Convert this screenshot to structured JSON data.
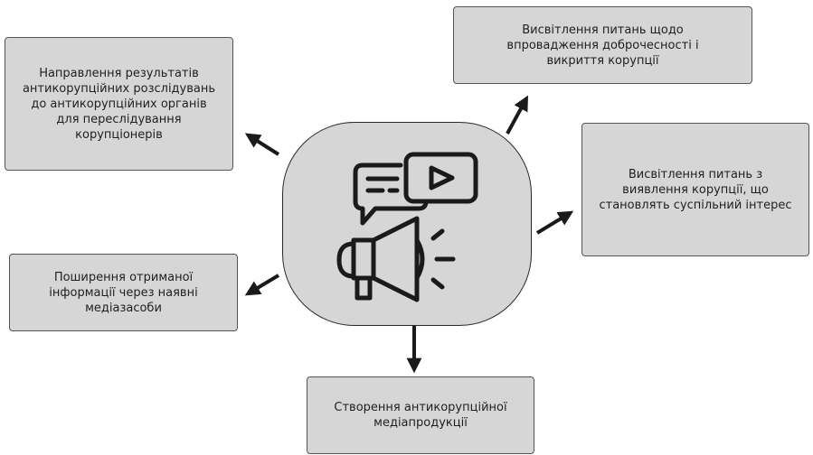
{
  "center": {
    "icon": "megaphone-with-chat-and-video-icon"
  },
  "boxes": {
    "top": {
      "lines": [
        "Висвітлення питань щодо",
        "впровадження доброчесності і",
        "викриття корупції"
      ]
    },
    "left_top": {
      "lines": [
        "Направлення результатів",
        "антикорупційних розслідувань",
        "до антикорупційних органів",
        "для переслідування",
        "корупціонерів"
      ]
    },
    "right": {
      "lines": [
        "Висвітлення питань з",
        "виявлення корупції, що",
        "становлять суспільний інтерес"
      ]
    },
    "left_bottom": {
      "lines": [
        "Поширення отриманої",
        "інформації через наявні",
        "медіазасоби"
      ]
    },
    "bottom": {
      "lines": [
        "Створення антикорупційної",
        "медіапродукції"
      ]
    }
  },
  "colors": {
    "box_fill": "#d6d6d6",
    "border": "#555555",
    "arrow": "#1a1a1a"
  }
}
